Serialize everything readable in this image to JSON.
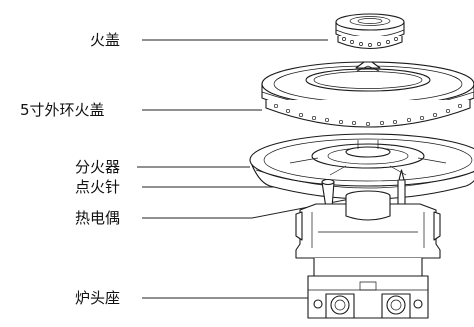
{
  "labels": {
    "burner_cap": "火盖",
    "outer_ring_cap": "5寸外环火盖",
    "distributor": "分火器",
    "igniter": "点火针",
    "thermocouple": "热电偶",
    "burner_base": "炉头座"
  }
}
